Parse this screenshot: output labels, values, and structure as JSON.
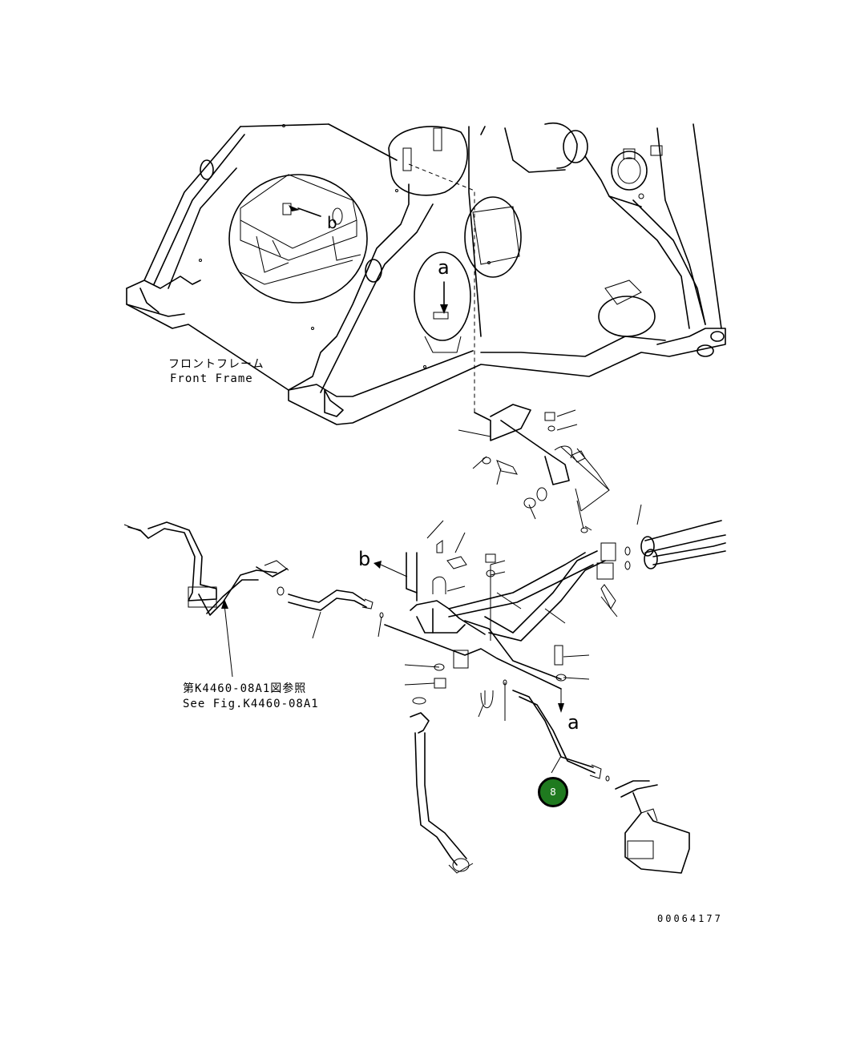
{
  "labels": {
    "front_frame_jp": "フロントフレーム",
    "front_frame_en": "Front Frame",
    "see_fig_jp": "第K4460-08A1図参照",
    "see_fig_en": "See Fig.K4460-08A1",
    "view_a_top": "a",
    "view_b": "b",
    "view_a_bottom": "a",
    "view_b_inset": "b",
    "drawing_number": "00064177"
  },
  "hotspots": [
    {
      "id": "8",
      "label": "8",
      "color": "#1f7a1f"
    }
  ]
}
